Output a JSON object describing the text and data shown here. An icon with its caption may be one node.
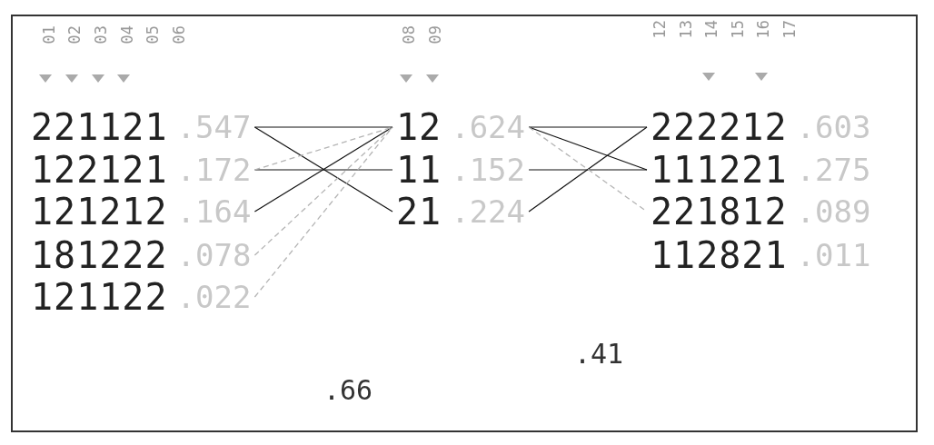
{
  "diagram": {
    "nodes": [
      {
        "text": [
          "221121"
        ],
        "beside": [
          ".547"
        ]
      },
      {
        "text": [
          "122121"
        ],
        "beside": [
          ".172"
        ]
      },
      {
        "text": [
          "121212"
        ],
        "beside": [
          ".164"
        ]
      },
      {
        "text": [
          "181222"
        ],
        "beside": [
          ".078"
        ]
      },
      {
        "text": [
          "121122"
        ],
        "beside": [
          ".022"
        ]
      },
      {
        "text": [
          "12"
        ],
        "beside": [
          ".624"
        ]
      },
      {
        "text": [
          "11"
        ],
        "beside": [
          ".152"
        ]
      },
      {
        "text": [
          "21"
        ],
        "beside": [
          ".224"
        ]
      },
      {
        "text": [
          "222212"
        ],
        "beside": [
          ".603"
        ]
      },
      {
        "text": [
          "111221"
        ],
        "beside": [
          ".275"
        ]
      },
      {
        "text": [
          "221812"
        ],
        "beside": [
          ".089"
        ]
      },
      {
        "text": [
          "112821"
        ],
        "beside": [
          ".011"
        ]
      }
    ],
    "edges": [
      {
        "from": 0,
        "to": 5,
        "arrow": "none"
      },
      {
        "from": 0,
        "to": 7,
        "arrow": "none"
      },
      {
        "from": 1,
        "to": 6,
        "arrow": "none"
      },
      {
        "from": 2,
        "to": 5,
        "arrow": "none"
      },
      {
        "from": 1,
        "to": 5,
        "arrow": "none",
        "style": "dashed",
        "color": "#b4b4b4"
      },
      {
        "from": 3,
        "to": 5,
        "arrow": "none",
        "style": "dashed",
        "color": "#b4b4b4"
      },
      {
        "from": 4,
        "to": 5,
        "arrow": "none",
        "style": "dashed",
        "color": "#b4b4b4"
      },
      {
        "from": 5,
        "to": 8,
        "arrow": "none"
      },
      {
        "from": 5,
        "to": 9,
        "arrow": "none"
      },
      {
        "from": 6,
        "to": 9,
        "arrow": "none"
      },
      {
        "from": 7,
        "to": 8,
        "arrow": "none"
      },
      {
        "from": 5,
        "to": 10,
        "arrow": "none",
        "style": "dashed",
        "color": "#b4b4b4"
      }
    ],
    "labels": [
      "01",
      "02",
      "03",
      "04",
      "05",
      "06",
      "08",
      "09",
      "12",
      "13",
      "14",
      "15",
      "16",
      "17",
      ".41",
      ".66"
    ]
  }
}
